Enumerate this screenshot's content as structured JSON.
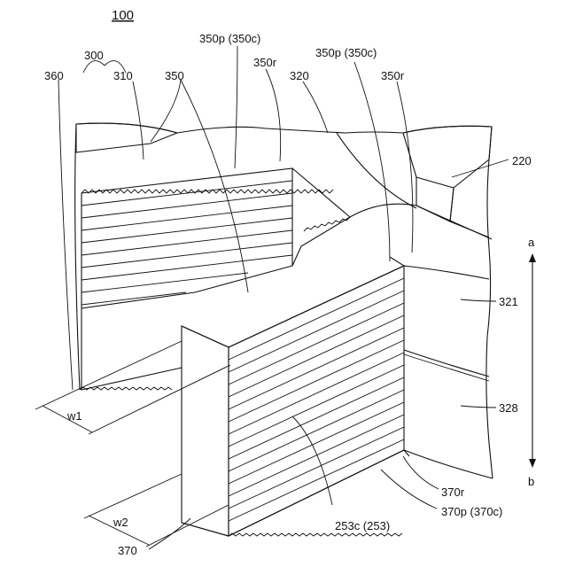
{
  "figure": {
    "ref": "100",
    "labels": {
      "l300": "300",
      "l360": "360",
      "l310": "310",
      "l350a": "350",
      "l350p_top": "350p (350c)",
      "l350r_top": "350r",
      "l320": "320",
      "l350p_right": "350p (350c)",
      "l350r_right": "350r",
      "l220": "220",
      "la": "a",
      "l321": "321",
      "l328": "328",
      "lb": "b",
      "lw1": "w1",
      "lw2": "w2",
      "l370r": "370r",
      "l370p": "370p (370c)",
      "l253": "253c (253)",
      "l370": "370"
    }
  }
}
